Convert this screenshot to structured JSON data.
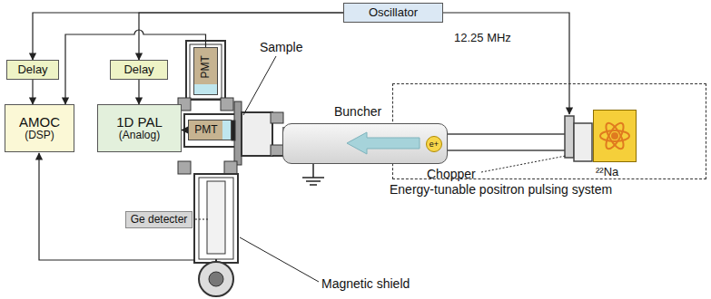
{
  "diagram": {
    "nodes": [
      {
        "text": [
          "Oscillator"
        ]
      },
      {
        "text": [
          "Delay"
        ]
      },
      {
        "text": [
          "Delay"
        ]
      },
      {
        "text": [
          "AMOC",
          "(DSP)"
        ]
      },
      {
        "text": [
          "1D PAL",
          "(Analog)"
        ]
      },
      {
        "text": [
          "PMT"
        ]
      },
      {
        "text": [
          "PMT"
        ]
      },
      {
        "text": [
          "Ge detecter"
        ]
      },
      {
        "text": [
          "Energy-tunable positron pulsing system"
        ]
      },
      {
        "text": [
          "Buncher"
        ],
        "in": 8
      },
      {
        "text": [
          "e+"
        ],
        "in": 9
      },
      {
        "text": [
          "²²Na"
        ],
        "in": 8
      }
    ],
    "edges": [
      {
        "from": 0,
        "to": 1,
        "arrow": "to"
      },
      {
        "from": 0,
        "to": 2,
        "arrow": "to"
      },
      {
        "from": 1,
        "to": 3,
        "arrow": "to"
      },
      {
        "from": 2,
        "to": 4,
        "arrow": "to"
      },
      {
        "from": 5,
        "to": 3,
        "arrow": "to"
      },
      {
        "from": 6,
        "to": 4,
        "arrow": "to"
      }
    ],
    "labels": [
      "12.25 MHz",
      "Sample",
      "Chopper",
      "Magnetic shield"
    ]
  }
}
